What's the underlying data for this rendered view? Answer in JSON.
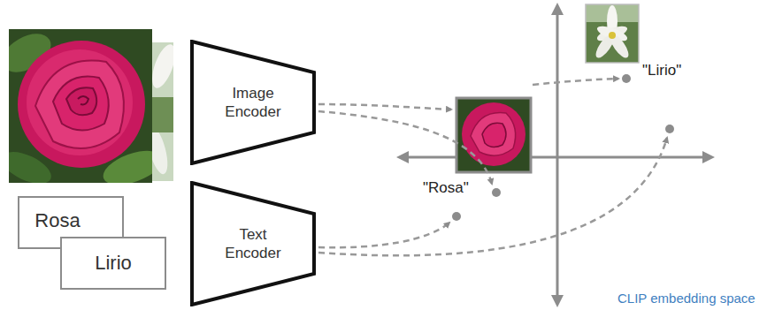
{
  "diagram": {
    "nodes": [
      {
        "text": [
          "Image Encoder"
        ]
      },
      {
        "text": [
          "Text Encoder"
        ]
      },
      {
        "text": [
          "Rosa"
        ]
      },
      {
        "text": [
          "Lirio"
        ]
      }
    ],
    "labels": [
      "\"Lirio\"",
      "\"Rosa\"",
      "CLIP embedding space"
    ]
  }
}
